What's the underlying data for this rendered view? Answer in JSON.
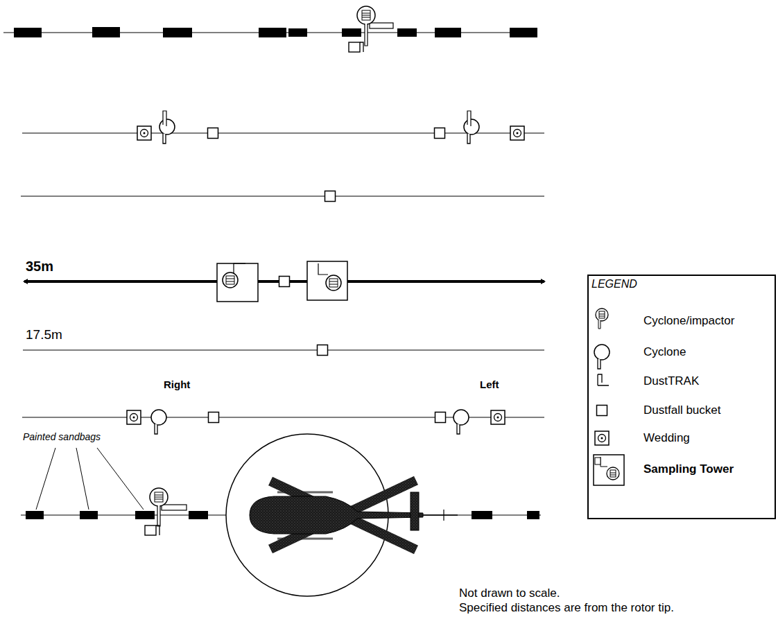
{
  "diagram": {
    "labels": [
      "35m",
      "17.5m",
      "Right",
      "Left",
      "Painted sandbags",
      "LEGEND",
      "Not drawn to scale.",
      "Specified distances are from the rotor tip."
    ],
    "legend": [
      {
        "text": "Cyclone/impactor"
      },
      {
        "text": "Cyclone"
      },
      {
        "text": "DustTRAK"
      },
      {
        "text": "Dustfall bucket"
      },
      {
        "text": "Wedding"
      },
      {
        "text": "Sampling Tower"
      }
    ]
  }
}
